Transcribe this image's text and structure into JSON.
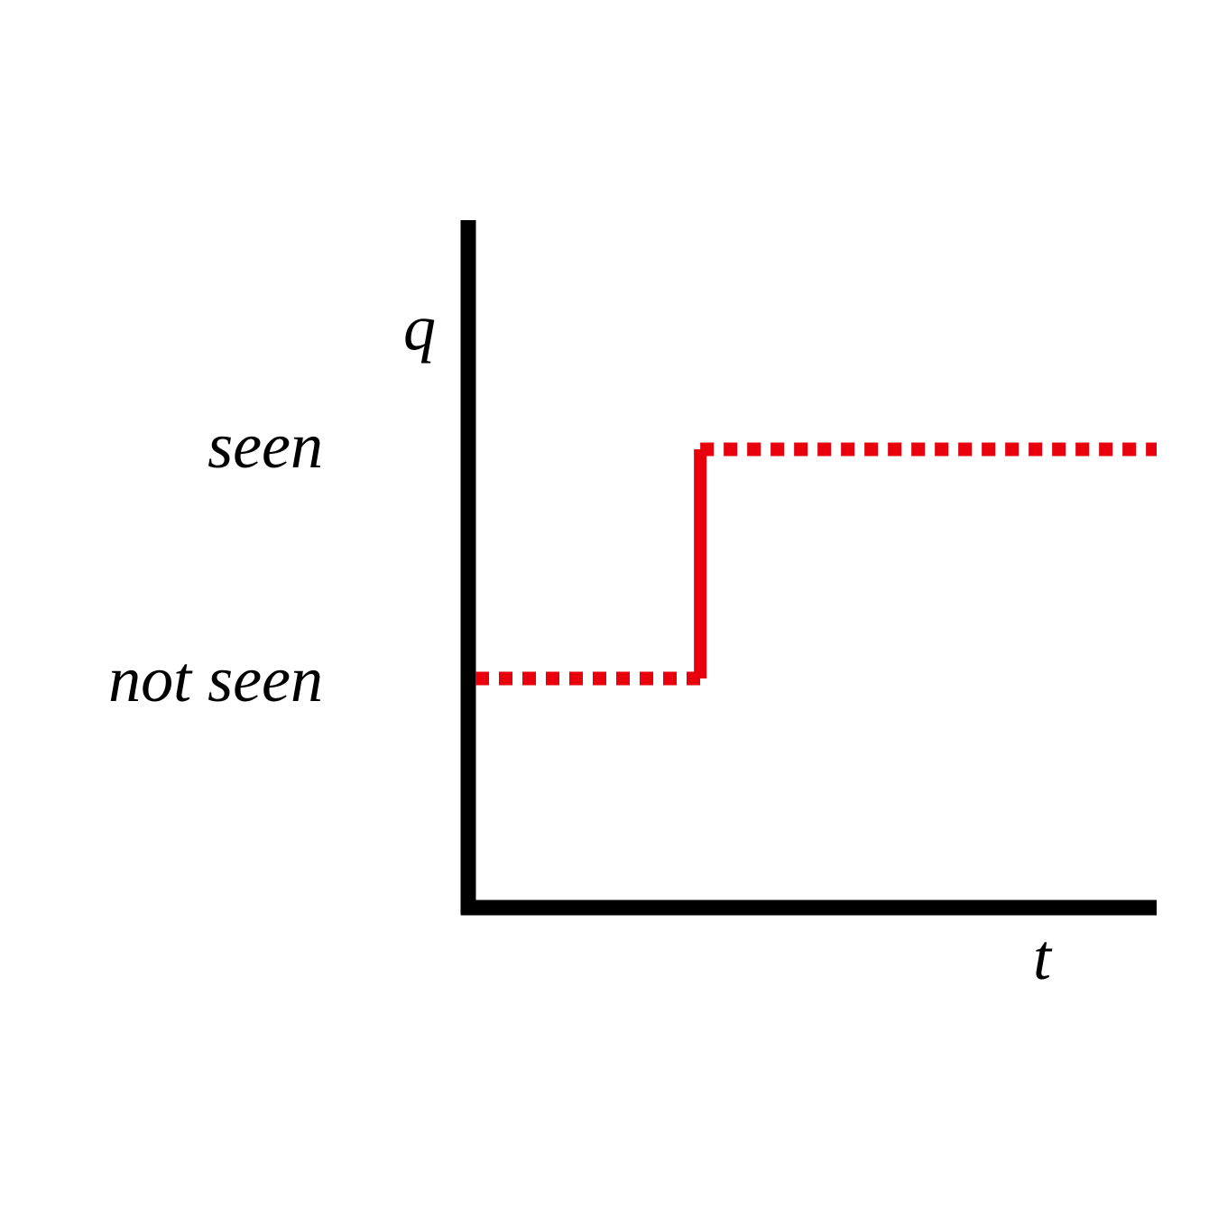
{
  "chart_data": {
    "type": "line",
    "x_axis_label": "t",
    "y_axis_label": "q",
    "y_categories": [
      "not seen",
      "seen"
    ],
    "segments": [
      {
        "from": {
          "x": 0.0,
          "y": "not seen"
        },
        "to": {
          "x": 0.33,
          "y": "not seen"
        },
        "style": "dotted"
      },
      {
        "from": {
          "x": 0.33,
          "y": "not seen"
        },
        "to": {
          "x": 0.33,
          "y": "seen"
        },
        "style": "solid"
      },
      {
        "from": {
          "x": 0.33,
          "y": "seen"
        },
        "to": {
          "x": 1.0,
          "y": "seen"
        },
        "style": "dotted"
      }
    ],
    "xlim": [
      0,
      1
    ],
    "grid": false,
    "legend": false,
    "colors": {
      "axis": "#000000",
      "line": "#e8000d"
    }
  }
}
